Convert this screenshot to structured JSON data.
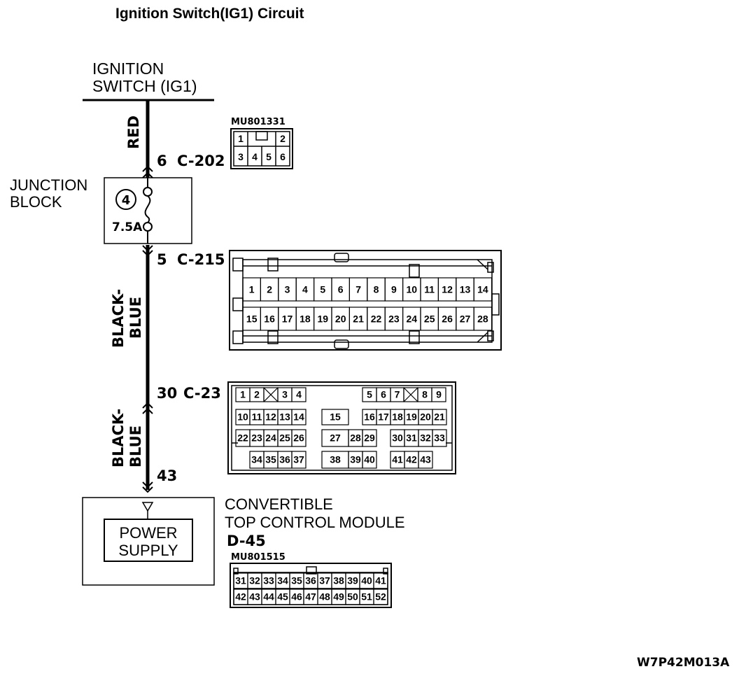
{
  "title": "Ignition Switch(IG1) Circuit",
  "ignition_switch": {
    "line1": "IGNITION",
    "line2": "SWITCH (IG1)"
  },
  "wire_top": {
    "color": "RED"
  },
  "c202": {
    "pin": "6",
    "name": "C-202"
  },
  "connector_mu801331": {
    "part": "MU801331",
    "row1": [
      "1",
      "2"
    ],
    "row2": [
      "3",
      "4",
      "5",
      "6"
    ]
  },
  "junction_block": {
    "line1": "JUNCTION",
    "line2": "BLOCK",
    "fuse_no": "4",
    "fuse_rating": "7.5A"
  },
  "c215": {
    "pin": "5",
    "name": "C-215",
    "row1": [
      "1",
      "2",
      "3",
      "4",
      "5",
      "6",
      "7",
      "8",
      "9",
      "10",
      "11",
      "12",
      "13",
      "14"
    ],
    "row2": [
      "15",
      "16",
      "17",
      "18",
      "19",
      "20",
      "21",
      "22",
      "23",
      "24",
      "25",
      "26",
      "27",
      "28"
    ]
  },
  "wire_mid": {
    "line1": "BLACK-",
    "line2": "BLUE"
  },
  "c23": {
    "pin": "30",
    "name": "C-23",
    "row1_left": [
      "1",
      "2",
      "3",
      "4"
    ],
    "row1_right": [
      "5",
      "6",
      "7",
      "8",
      "9"
    ],
    "row2_left": [
      "10",
      "11",
      "12",
      "13",
      "14"
    ],
    "row2_mid": [
      "15"
    ],
    "row2_right": [
      "16",
      "17",
      "18",
      "19",
      "20",
      "21"
    ],
    "row3_left": [
      "22",
      "23",
      "24",
      "25",
      "26"
    ],
    "row3_mid": [
      "27",
      "28",
      "29"
    ],
    "row3_right": [
      "30",
      "31",
      "32",
      "33"
    ],
    "row4_left": [
      "34",
      "35",
      "36",
      "37"
    ],
    "row4_mid": [
      "38",
      "39",
      "40"
    ],
    "row4_right": [
      "41",
      "42",
      "43"
    ]
  },
  "wire_low": {
    "line1": "BLACK-",
    "line2": "BLUE"
  },
  "module_pin": "43",
  "module": {
    "line1": "CONVERTIBLE",
    "line2": "TOP CONTROL MODULE",
    "connector": "D-45",
    "part": "MU801515",
    "inner_line1": "POWER",
    "inner_line2": "SUPPLY",
    "row1": [
      "31",
      "32",
      "33",
      "34",
      "35",
      "36",
      "37",
      "38",
      "39",
      "40",
      "41"
    ],
    "row2": [
      "42",
      "43",
      "44",
      "45",
      "46",
      "47",
      "48",
      "49",
      "50",
      "51",
      "52"
    ]
  },
  "figure_code": "W7P42M013A"
}
